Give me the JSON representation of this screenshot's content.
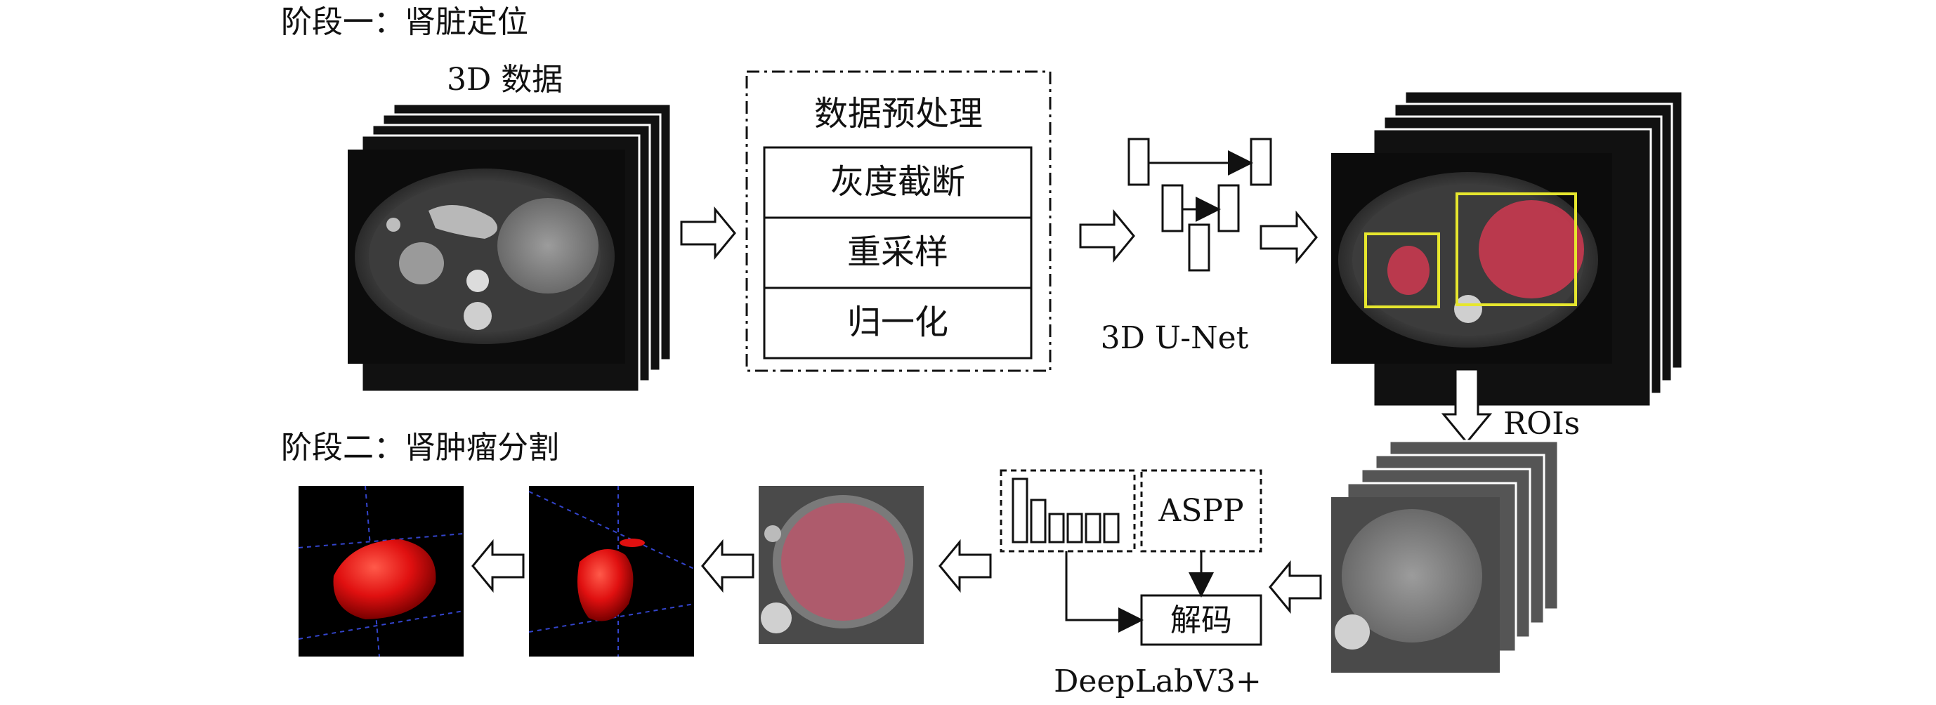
{
  "stage1": {
    "title": "阶段一：肾脏定位",
    "input_label": "3D 数据",
    "preprocess": {
      "title": "数据预处理",
      "steps": [
        "灰度截断",
        "重采样",
        "归一化"
      ]
    },
    "network_label": "3D U-Net"
  },
  "stage2": {
    "title": "阶段二：肾肿瘤分割",
    "roi_label": "ROIs",
    "aspp_label": "ASPP",
    "decoder_label": "解码",
    "network_label": "DeepLabV3+"
  },
  "colors": {
    "kidney_mask": "#c8384f",
    "roi_box": "#e6e62e",
    "tumor_3d": "#e01010",
    "ct_background": "#0c0c0c"
  }
}
